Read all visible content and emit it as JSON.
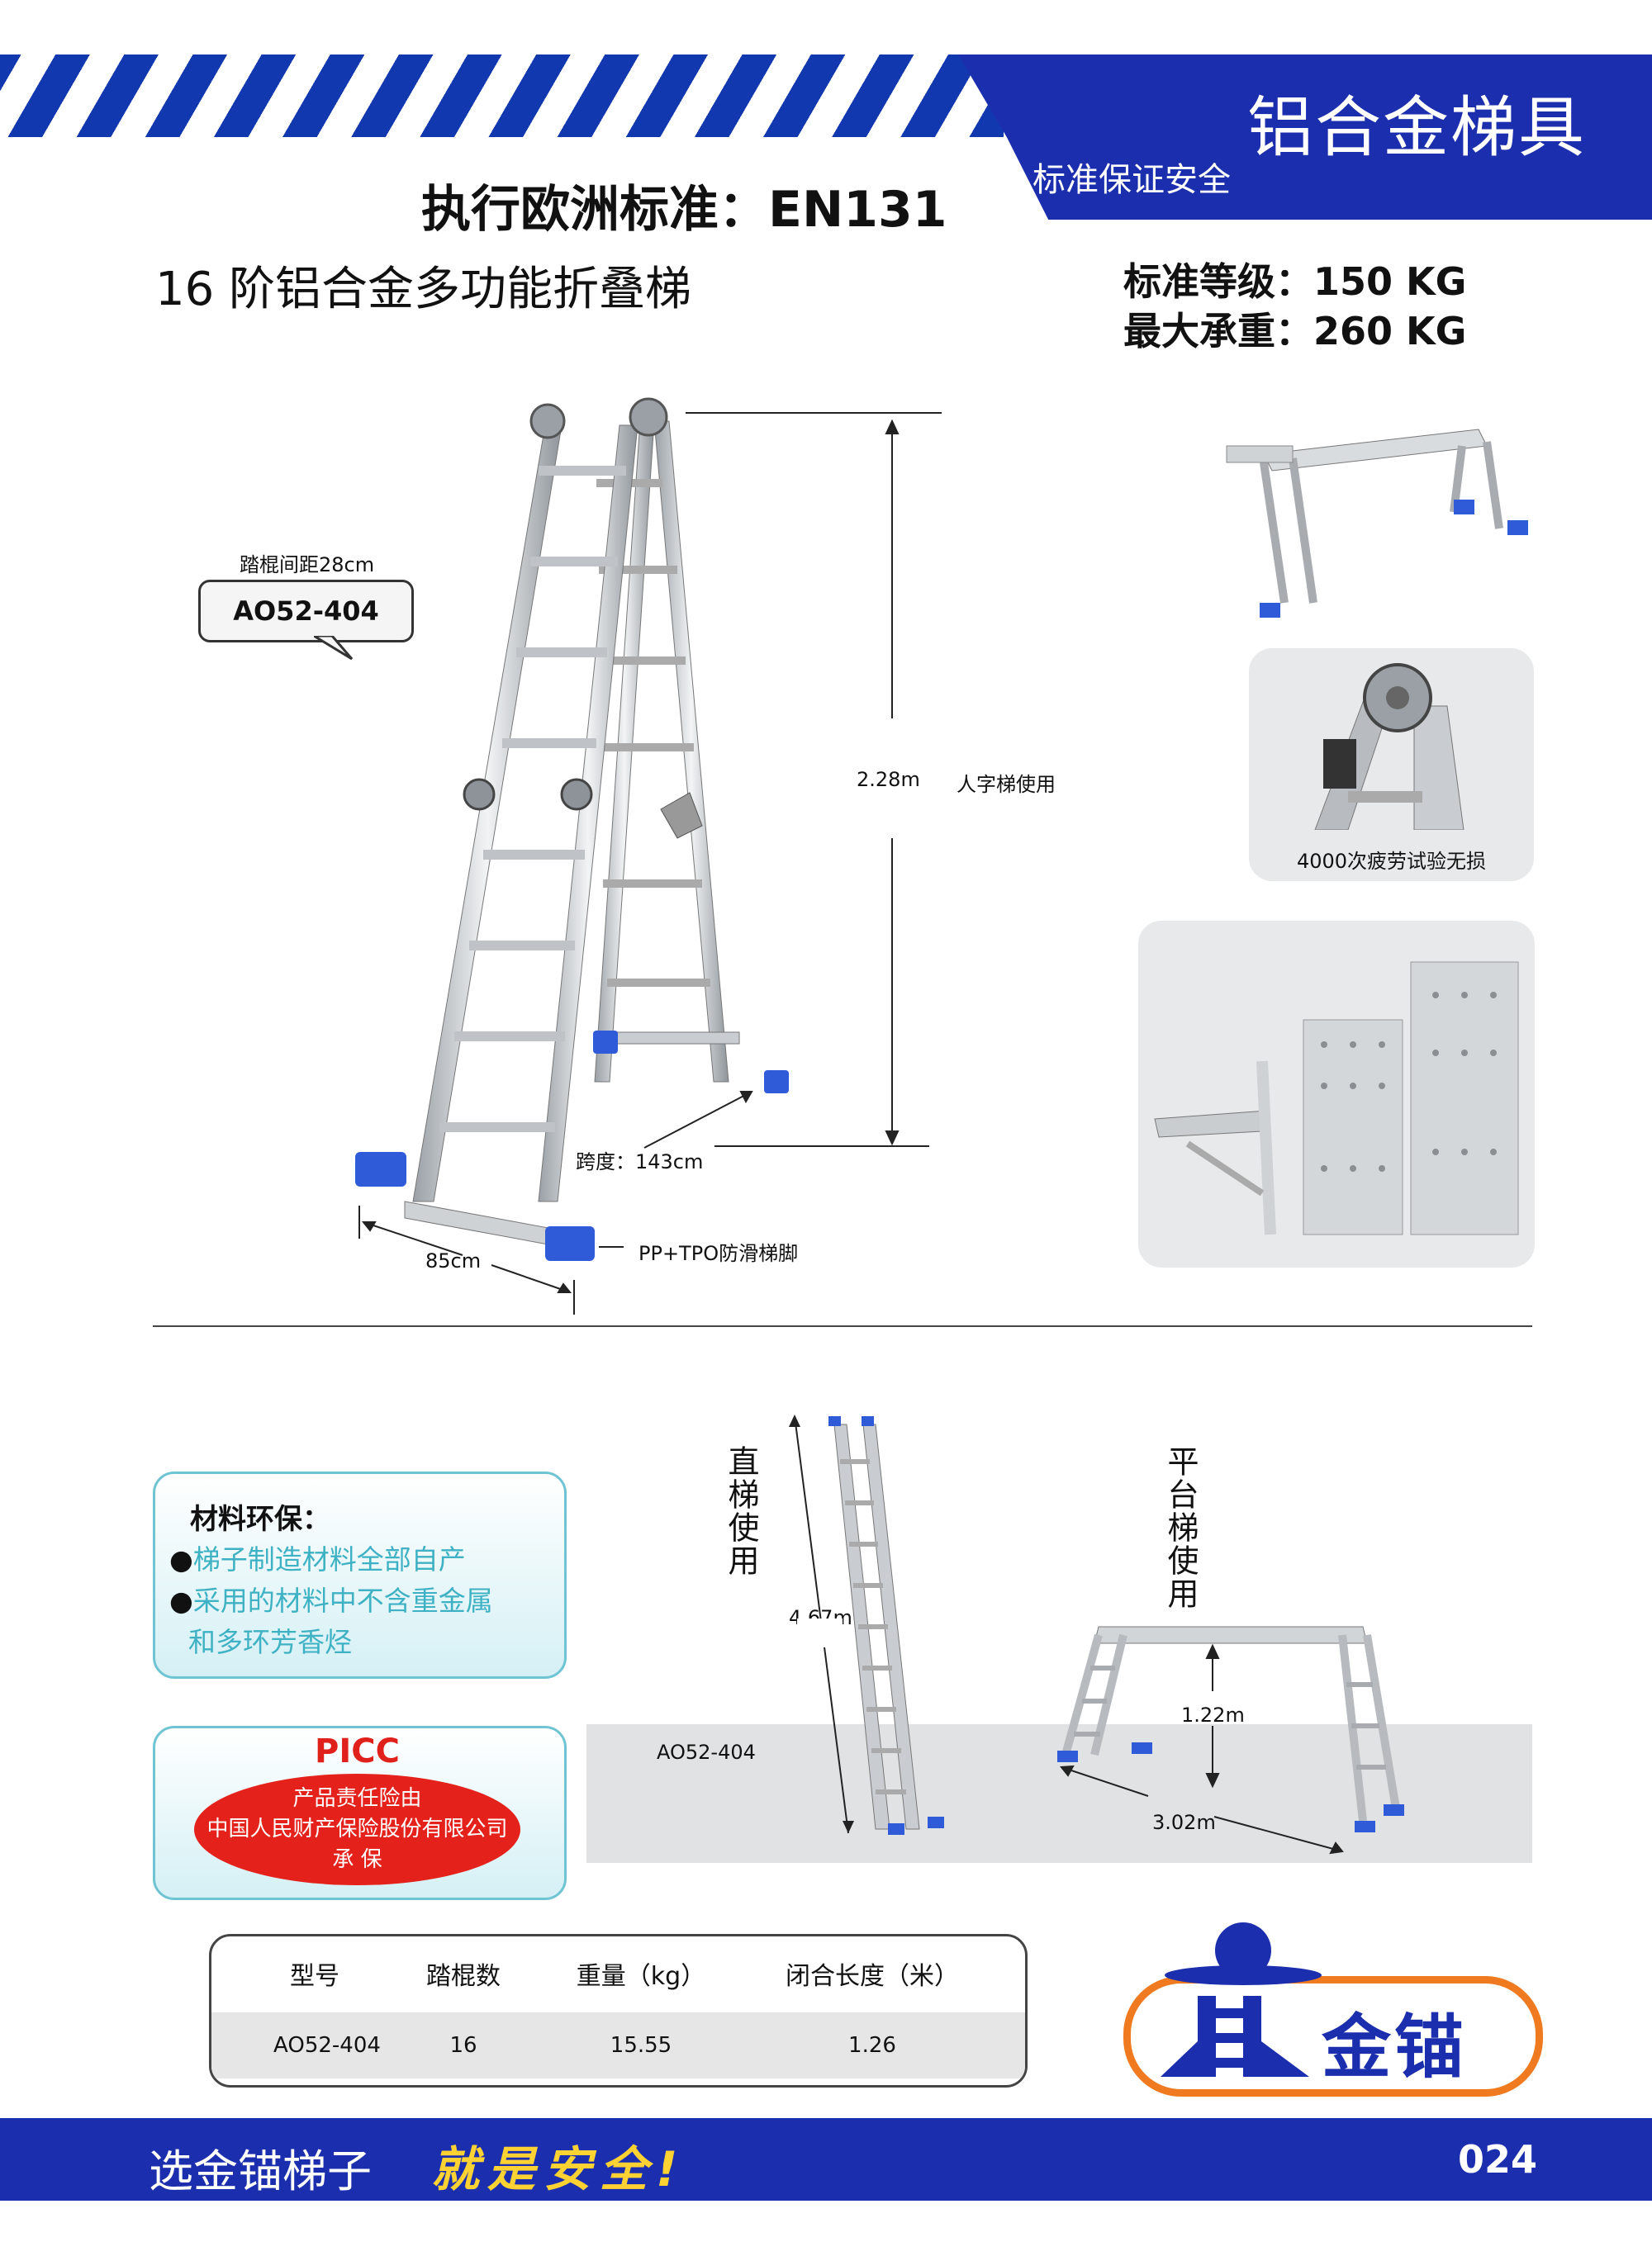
{
  "header": {
    "brand_title": "铝合金梯具",
    "brand_subtitle": "标准保证安全",
    "standard_line": "执行欧洲标准：EN131",
    "product_title": "16 阶铝合金多功能折叠梯",
    "spec_grade": "标准等级：150 KG",
    "spec_max": "最大承重：260 KG"
  },
  "main_figure": {
    "step_spacing": "踏棍间距28cm",
    "model": "AO52-404",
    "height": "2.28m",
    "usage": "人字梯使用",
    "span": "跨度：143cm",
    "width": "85cm",
    "feet": "PP+TPO防滑梯脚"
  },
  "insets": {
    "fatigue_caption": "4000次疲劳试验无损"
  },
  "environment": {
    "title": "材料环保：",
    "bullet": "●",
    "line1": "梯子制造材料全部自产",
    "line2": "采用的材料中不含重金属",
    "line3": "和多环芳香烃"
  },
  "picc": {
    "title": "PICC",
    "line1": "产品责任险由",
    "line2": "中国人民财产保险股份有限公司",
    "line3": "承 保"
  },
  "usage_modes": {
    "straight_label": "直梯使用",
    "straight_height": "4.67m",
    "model": "AO52-404",
    "platform_label": "平台梯使用",
    "platform_height": "1.22m",
    "platform_length": "3.02m"
  },
  "table": {
    "headers": [
      "型号",
      "踏棍数",
      "重量（kg）",
      "闭合长度（米）"
    ],
    "row": [
      "AO52-404",
      "16",
      "15.55",
      "1.26"
    ]
  },
  "logo": {
    "text": "金锚"
  },
  "footer": {
    "slogan_part1": "选金锚梯子",
    "slogan_part2": "就是安全!",
    "page_number": "024"
  },
  "colors": {
    "brand_blue": "#1b2fae",
    "accent_orange": "#ef7a20",
    "picc_red": "#e4211a",
    "teal_text": "#3eb2c4",
    "slogan_yellow": "#ffd233"
  }
}
